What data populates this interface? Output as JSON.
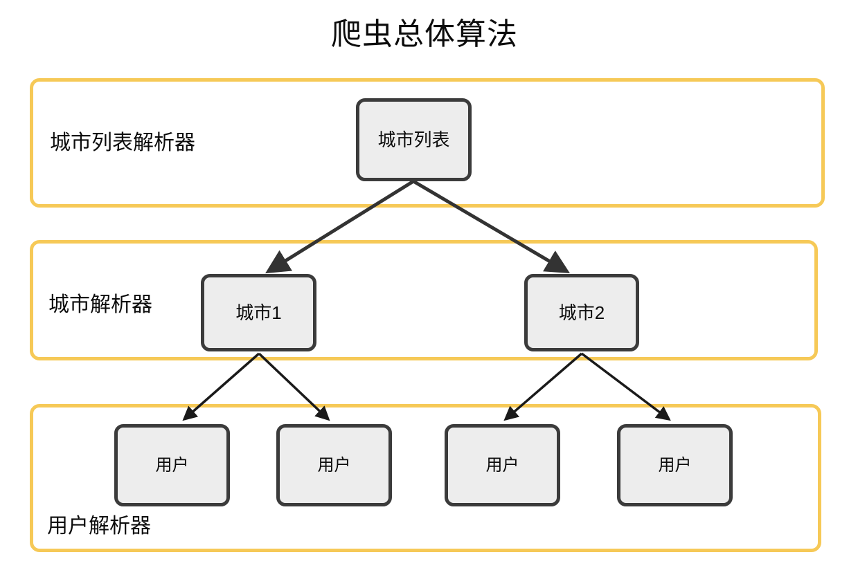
{
  "diagram": {
    "title": "爬虫总体算法",
    "colors": {
      "lane_border": "#F6C957",
      "node_fill": "#EDEDED",
      "node_border": "#3B3B3B",
      "edge": "#333333",
      "text": "#0c0c0c",
      "background": "#ffffff"
    },
    "lanes": [
      {
        "id": "lane-city-list-parser",
        "label": "城市列表解析器"
      },
      {
        "id": "lane-city-parser",
        "label": "城市解析器"
      },
      {
        "id": "lane-user-parser",
        "label": "用户解析器"
      }
    ],
    "nodes": [
      {
        "id": "node-city-list",
        "label": "城市列表",
        "lane": 0
      },
      {
        "id": "node-city-1",
        "label": "城市1",
        "lane": 1
      },
      {
        "id": "node-city-2",
        "label": "城市2",
        "lane": 1
      },
      {
        "id": "node-user-1",
        "label": "用户",
        "lane": 2
      },
      {
        "id": "node-user-2",
        "label": "用户",
        "lane": 2
      },
      {
        "id": "node-user-3",
        "label": "用户",
        "lane": 2
      },
      {
        "id": "node-user-4",
        "label": "用户",
        "lane": 2
      }
    ],
    "edges": [
      {
        "from": "node-city-list",
        "to": "node-city-1"
      },
      {
        "from": "node-city-list",
        "to": "node-city-2"
      },
      {
        "from": "node-city-1",
        "to": "node-user-1"
      },
      {
        "from": "node-city-1",
        "to": "node-user-2"
      },
      {
        "from": "node-city-2",
        "to": "node-user-3"
      },
      {
        "from": "node-city-2",
        "to": "node-user-4"
      }
    ]
  }
}
